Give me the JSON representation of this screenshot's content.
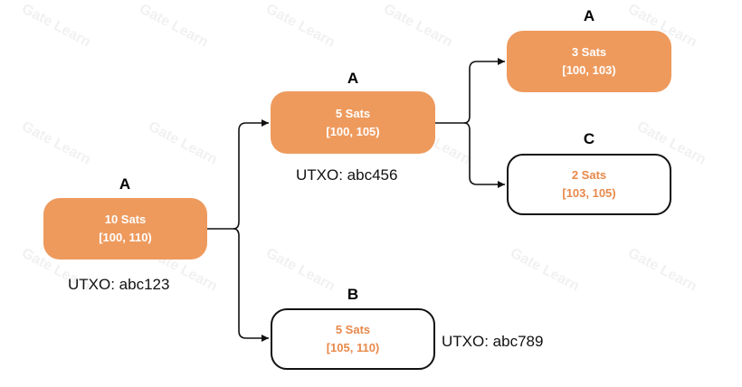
{
  "nodes": {
    "root": {
      "owner": "A",
      "amount": "10 Sats",
      "range": "[100, 110)",
      "utxo": "UTXO: abc123"
    },
    "mid_a": {
      "owner": "A",
      "amount": "5 Sats",
      "range": "[100, 105)",
      "utxo": "UTXO: abc456"
    },
    "mid_b": {
      "owner": "B",
      "amount": "5 Sats",
      "range": "[105, 110)",
      "utxo": "UTXO: abc789"
    },
    "top_a": {
      "owner": "A",
      "amount": "3 Sats",
      "range": "[100, 103)"
    },
    "top_c": {
      "owner": "C",
      "amount": "2 Sats",
      "range": "[103, 105)"
    }
  },
  "watermark": "Gate Learn",
  "colors": {
    "accent": "#EE9A5D",
    "accent_text": "#E8894B",
    "outline": "#111111"
  }
}
